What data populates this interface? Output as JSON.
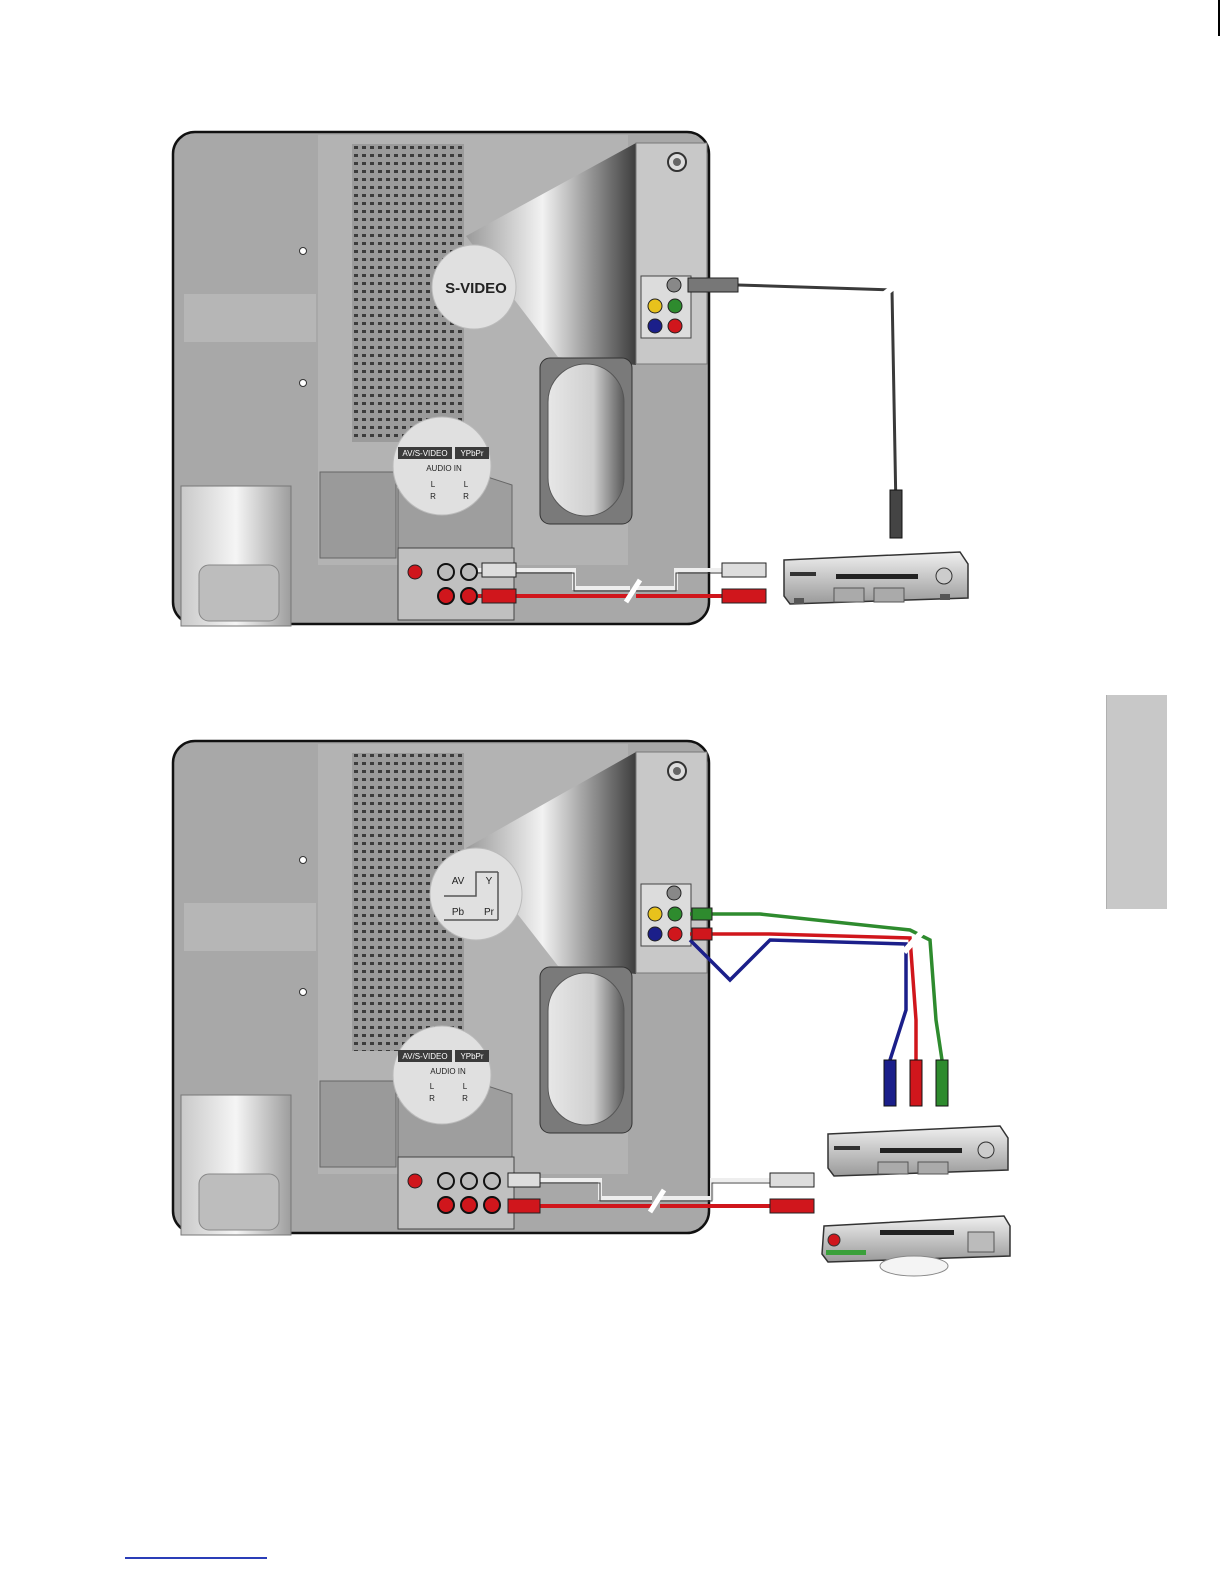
{
  "figure1": {
    "callout_connector": "S-VIDEO",
    "audio_tabs": [
      "AV/S-VIDEO",
      "YPbPr"
    ],
    "audio_title": "AUDIO IN",
    "audio_l": "L",
    "audio_r": "R"
  },
  "figure2": {
    "callout_av": "AV",
    "callout_y": "Y",
    "callout_pb": "Pb",
    "callout_pr": "Pr",
    "audio_tabs": [
      "AV/S-VIDEO",
      "YPbPr"
    ],
    "audio_title": "AUDIO IN",
    "audio_l": "L",
    "audio_r": "R"
  },
  "colors": {
    "cable_red": "#d0161c",
    "cable_green": "#2e8b2e",
    "cable_blue": "#1b1f8a",
    "jack_yellow": "#e8c21c",
    "panel_gray": "#a7a7a7",
    "side_tab": "#c8c8c8"
  }
}
